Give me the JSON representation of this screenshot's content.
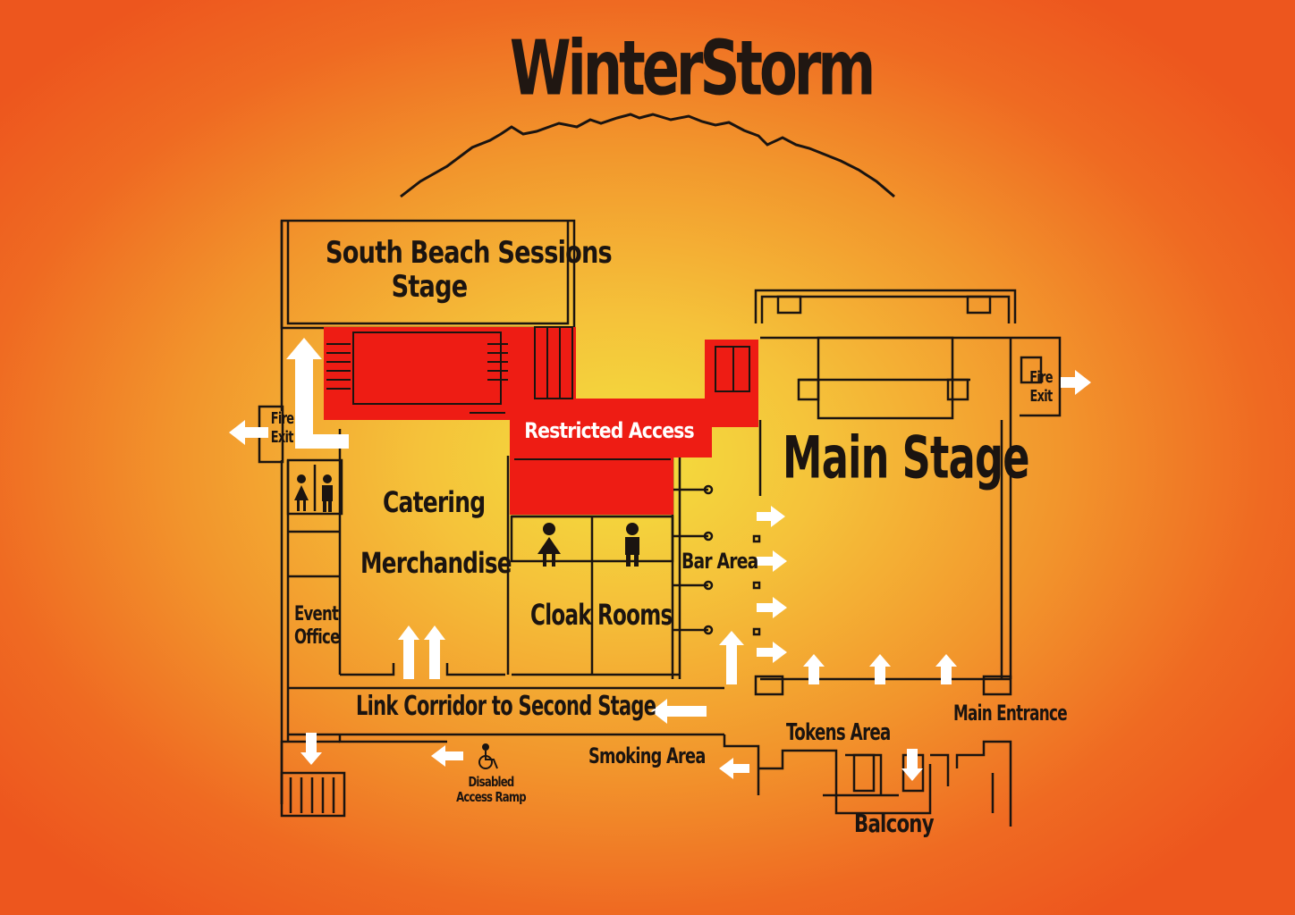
{
  "title": "WinterStorm",
  "colors": {
    "background_center": "#f3e03e",
    "background_edge": "#ed561e",
    "restricted": "#ee1c14",
    "walls": "#1b1410",
    "arrows": "#ffffff"
  },
  "areas": {
    "south_beach_line1": "South Beach Sessions",
    "south_beach_line2": "Stage",
    "restricted_access": "Restricted Access",
    "main_stage": "Main Stage",
    "catering": "Catering",
    "merchandise": "Merchandise",
    "bar_area": "Bar Area",
    "cloak": "Cloak",
    "rooms": "Rooms",
    "event_line1": "Event",
    "event_line2": "Office",
    "link_corridor": "Link Corridor to Second Stage",
    "smoking_area": "Smoking Area",
    "tokens_area": "Tokens Area",
    "main_entrance": "Main Entrance",
    "balcony": "Balcony",
    "disabled_line1": "Disabled",
    "disabled_line2": "Access Ramp",
    "fire_exit_left_line1": "Fire",
    "fire_exit_left_line2": "Exit",
    "fire_exit_right_line1": "Fire",
    "fire_exit_right_line2": "Exit"
  },
  "icons": [
    "mountain-silhouette-icon",
    "toilet-female-icon",
    "toilet-male-icon",
    "wheelchair-icon",
    "arrow-icon"
  ]
}
